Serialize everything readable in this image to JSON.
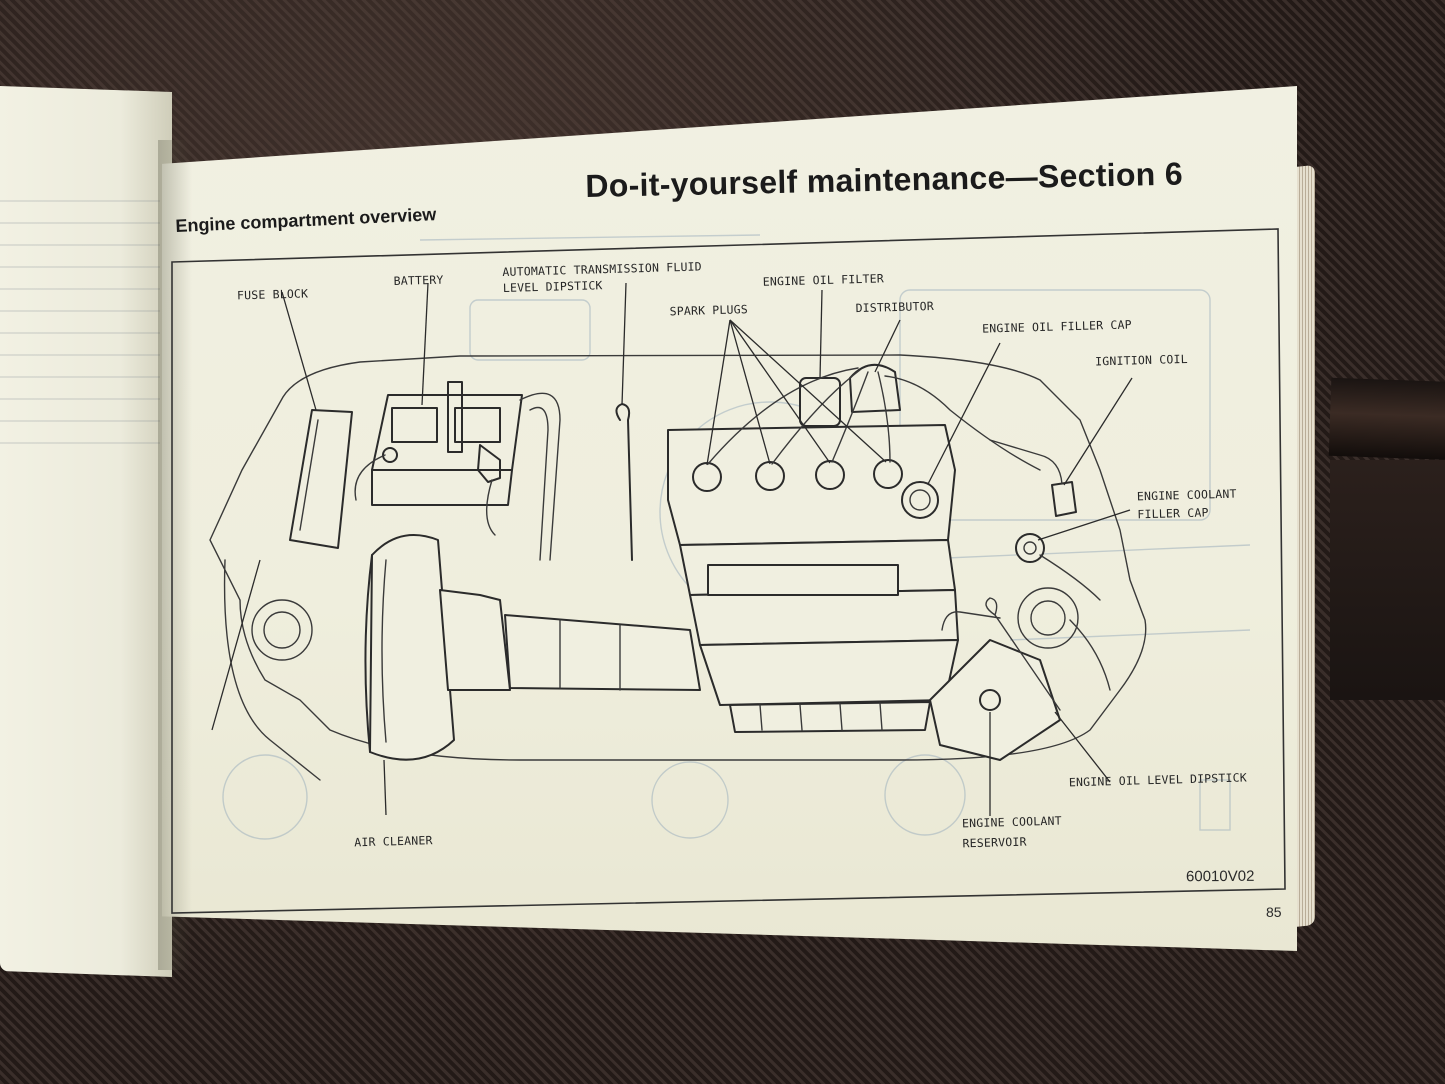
{
  "header": {
    "section_title": "Do-it-yourself maintenance—Section 6",
    "subheading": "Engine compartment overview"
  },
  "figure": {
    "labels": {
      "fuse_block": "FUSE BLOCK",
      "battery": "BATTERY",
      "atf_dipstick_line1": "AUTOMATIC TRANSMISSION FLUID",
      "atf_dipstick_line2": "LEVEL DIPSTICK",
      "engine_oil_filter": "ENGINE OIL FILTER",
      "spark_plugs": "SPARK PLUGS",
      "distributor": "DISTRIBUTOR",
      "engine_oil_filler_cap": "ENGINE OIL FILLER CAP",
      "ignition_coil": "IGNITION COIL",
      "engine_coolant_filler_cap_line1": "ENGINE COOLANT",
      "engine_coolant_filler_cap_line2": "FILLER CAP",
      "engine_oil_level_dipstick": "ENGINE OIL LEVEL DIPSTICK",
      "air_cleaner": "AIR CLEANER",
      "engine_coolant_reservoir_line1": "ENGINE COOLANT",
      "engine_coolant_reservoir_line2": "RESERVOIR"
    },
    "figure_code": "60010V02"
  },
  "footer": {
    "page_number": "85"
  }
}
